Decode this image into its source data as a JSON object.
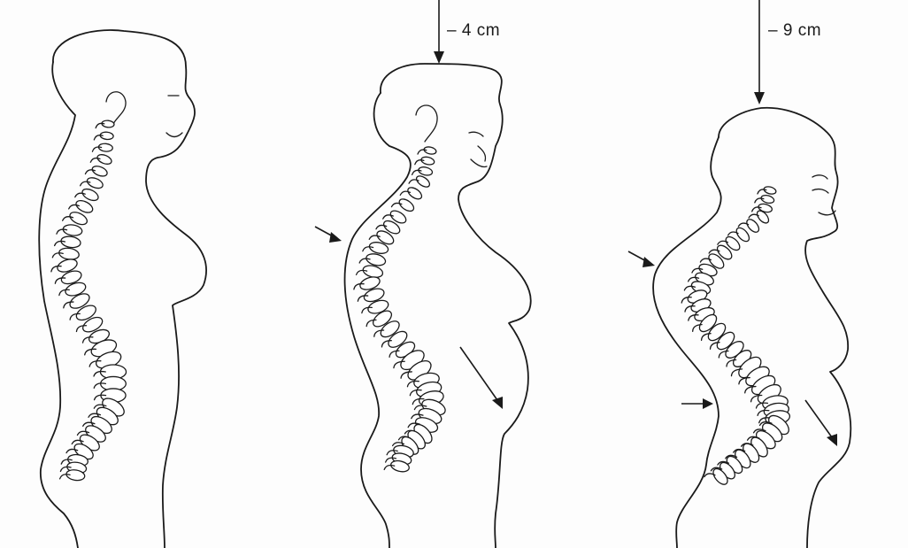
{
  "figures": [
    {
      "id": "figure-1",
      "label": ""
    },
    {
      "id": "figure-2",
      "label": "– 4 cm"
    },
    {
      "id": "figure-3",
      "label": "– 9 cm"
    }
  ],
  "colors": {
    "stroke": "#1a1a1a",
    "background": "#fdfdfd"
  }
}
